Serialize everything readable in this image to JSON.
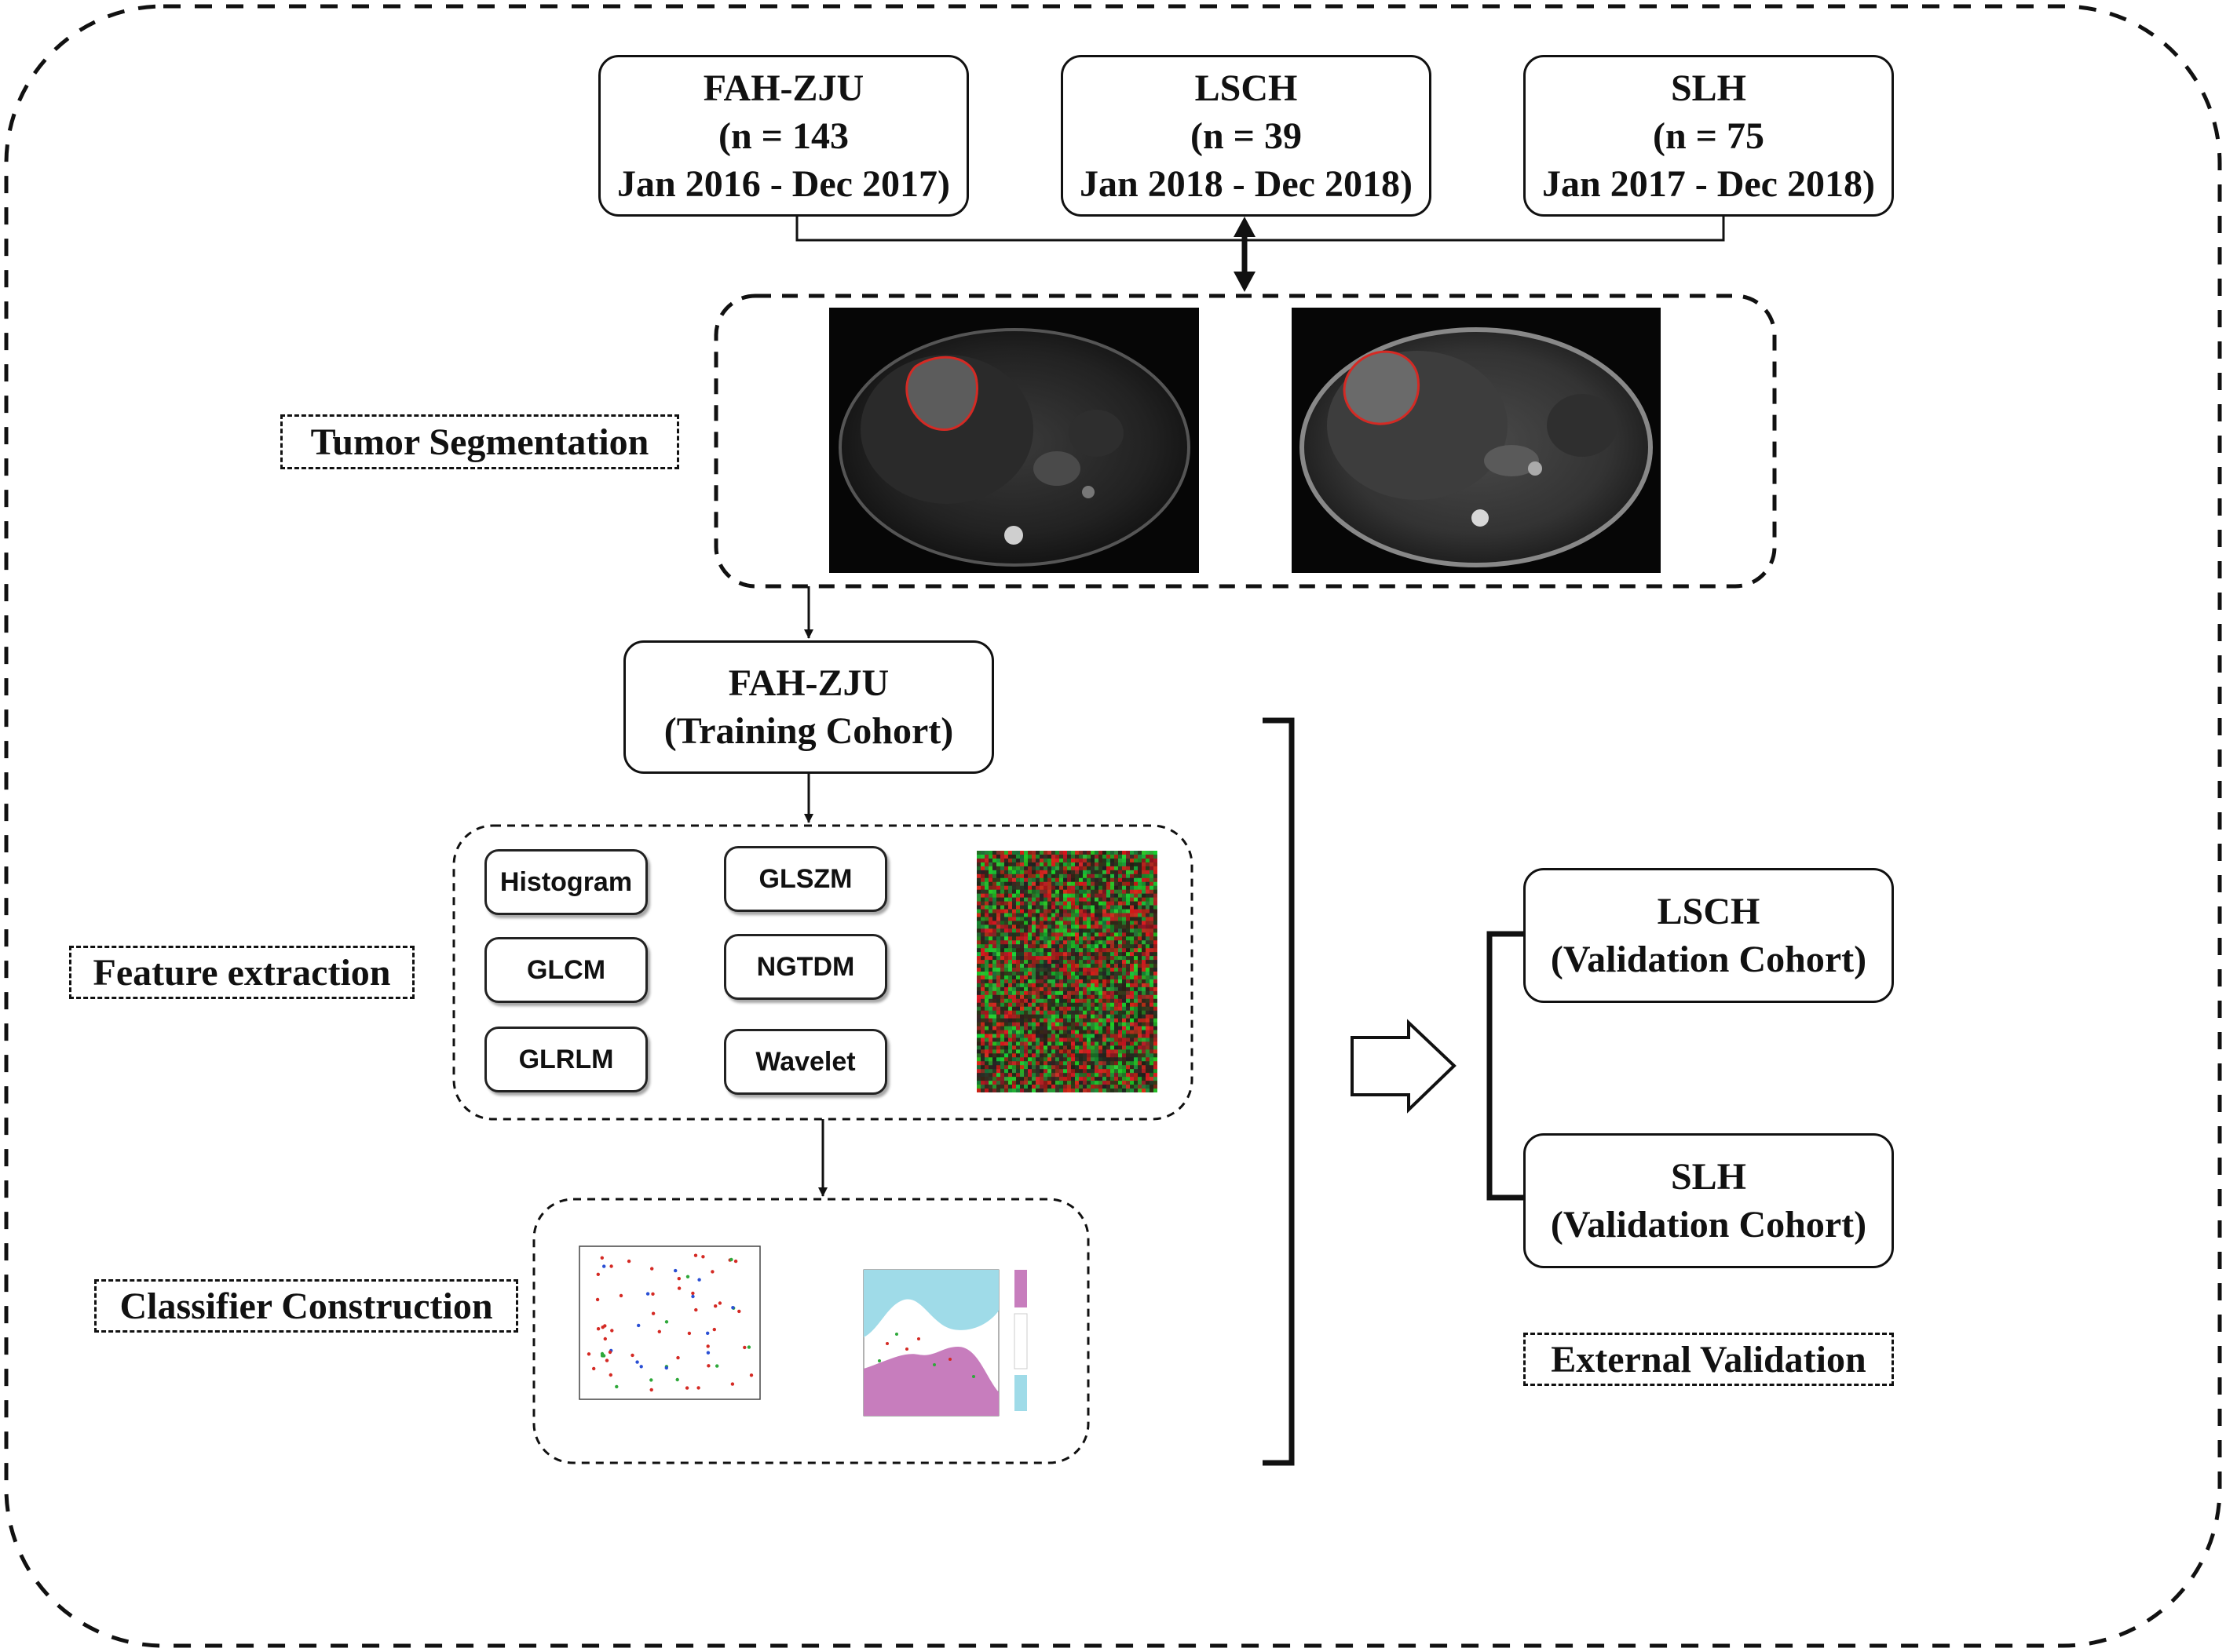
{
  "sources": [
    {
      "name": "FAH-ZJU",
      "n": "(n = 143",
      "period": "Jan 2016 - Dec 2017)"
    },
    {
      "name": "LSCH",
      "n": "(n = 39",
      "period": "Jan 2018 - Dec 2018)"
    },
    {
      "name": "SLH",
      "n": "(n = 75",
      "period": "Jan 2017 - Dec 2018)"
    }
  ],
  "stages": {
    "segmentation": "Tumor Segmentation",
    "feature_extraction": "Feature extraction",
    "classifier": "Classifier Construction",
    "external_validation": "External Validation"
  },
  "training": {
    "name": "FAH-ZJU",
    "role": "(Training Cohort)"
  },
  "features": [
    "Histogram",
    "GLSZM",
    "GLCM",
    "NGTDM",
    "GLRLM",
    "Wavelet"
  ],
  "validation": [
    {
      "name": "LSCH",
      "role": "(Validation Cohort)"
    },
    {
      "name": "SLH",
      "role": "(Validation Cohort)"
    }
  ],
  "colors": {
    "line": "#111111",
    "tumor_contour": "#d42a24",
    "heatmap_red": "#c0282a",
    "heatmap_green": "#2ea83a",
    "plot_cyan": "#9fdbe8",
    "plot_magenta": "#c77dbd"
  },
  "icons": [
    "mri-image",
    "feature-heatmap",
    "scatter-plot",
    "classification-plot",
    "arrow-right-icon"
  ]
}
